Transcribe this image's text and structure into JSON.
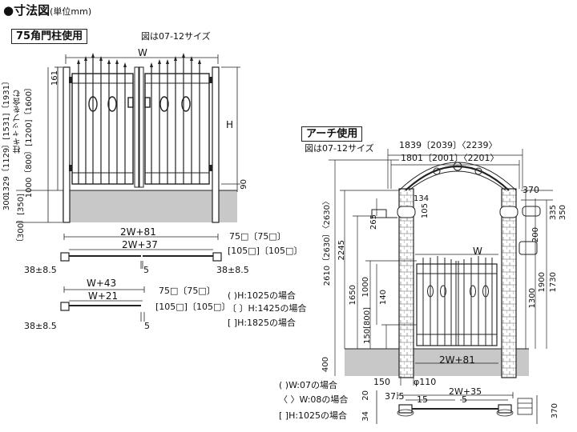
{
  "header": {
    "title": "●寸法図",
    "unit": "(単位mm)",
    "post_label": "75角門柱使用",
    "fig_note_left": "図は07-12サイズ"
  },
  "left_elevation": {
    "width_label": "W",
    "height_label": "H",
    "dim_161": "161",
    "dim_90": "90",
    "post_heights": "1329〔1129〕[1531]〔1931〕",
    "cap_note": "柱キャップを含む",
    "gate_heights": "1000〔800〕[1200]〔1600〕",
    "ground_300": "300",
    "ground_bracket": "〔300〕[350]"
  },
  "plan_double": {
    "top_label": "2W+81",
    "inner_label": "2W+37",
    "offset_left": "38±8.5",
    "offset_right": "38±8.5",
    "gap": "5",
    "post_size_top": "75□〔75□〕",
    "post_size_bottom": "[105□]〔105□〕"
  },
  "plan_single": {
    "top_label": "W+43",
    "inner_label": "W+21",
    "offset_left": "38±8.5",
    "gap": "5",
    "post_size_top": "75□〔75□〕",
    "post_size_bottom": "[105□]〔105□〕"
  },
  "legend_left": {
    "line1": "( )H:1025の場合",
    "line2": "〔 〕H:1425の場合",
    "line3": "[ ]H:1825の場合"
  },
  "arch": {
    "label": "アーチ使用",
    "fig_note": "図は07-12サイズ",
    "top_dim_outer": "1839〔2039〕〈2239〉",
    "top_dim_inner": "1801〔2001〕〈2201〉",
    "dim_370": "370",
    "dim_335": "335",
    "dim_350": "350",
    "dim_200": "200",
    "dim_134": "134",
    "dim_105": "105",
    "dim_265": "265",
    "dim_2610": "2610〔2630〕〈2630〉",
    "dim_2245": "2245",
    "dim_1650": "1650",
    "dim_1000": "1000",
    "dim_140": "140",
    "dim_bracket": "150[800]",
    "dim_1300": "1300",
    "dim_1900": "1900",
    "dim_1730": "1730",
    "dim_400": "400",
    "width_W": "W",
    "bottom_label": "2W+81",
    "dim_150": "150",
    "phi": "φ110",
    "plan_top": "2W+35",
    "plan_375": "37.5",
    "plan_15": "15",
    "plan_5": "5",
    "plan_20": "20",
    "plan_34": "34",
    "side_370": "370"
  },
  "legend_right": {
    "line1": "( )W:07の場合",
    "line2": "〈 〉W:08の場合",
    "line3": "[ ]H:1025の場合"
  }
}
